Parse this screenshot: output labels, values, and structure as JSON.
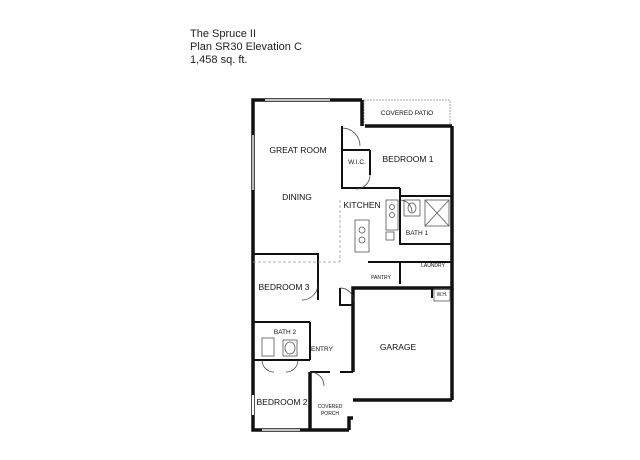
{
  "header": {
    "name": "The Spruce II",
    "plan": "Plan SR30 Elevation C",
    "area": "1,458 sq. ft."
  },
  "rooms": {
    "covered_patio": "COVERED PATIO",
    "great_room": "GREAT ROOM",
    "dining": "DINING",
    "wic": "W.I.C.",
    "bedroom1": "BEDROOM 1",
    "kitchen": "KITCHEN",
    "bath1": "BATH 1",
    "pantry": "PANTRY",
    "laundry": "LAUNDRY",
    "wh": "W.H.",
    "bedroom3": "BEDROOM 3",
    "garage": "GARAGE",
    "bath2": "BATH 2",
    "entry": "ENTRY",
    "bedroom2": "BEDROOM 2",
    "covered_porch_line1": "COVERED",
    "covered_porch_line2": "PORCH"
  },
  "colors": {
    "wall": "#111111",
    "fixture": "#555555",
    "dashed": "#999999"
  }
}
